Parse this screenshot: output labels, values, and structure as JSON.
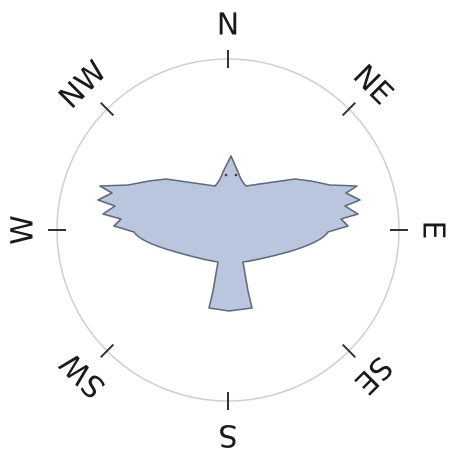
{
  "compass": {
    "directions": [
      {
        "label": "N",
        "angle": 0
      },
      {
        "label": "NE",
        "angle": 45
      },
      {
        "label": "E",
        "angle": 90
      },
      {
        "label": "SE",
        "angle": 135
      },
      {
        "label": "S",
        "angle": 180
      },
      {
        "label": "SW",
        "angle": 225
      },
      {
        "label": "W",
        "angle": 270
      },
      {
        "label": "NW",
        "angle": 315
      }
    ],
    "ring_color": "#cfcfcf",
    "tick_color": "#333333"
  },
  "bird": {
    "icon": "bird-silhouette",
    "fill": "#b9c6de",
    "stroke": "#5e6a7c"
  }
}
